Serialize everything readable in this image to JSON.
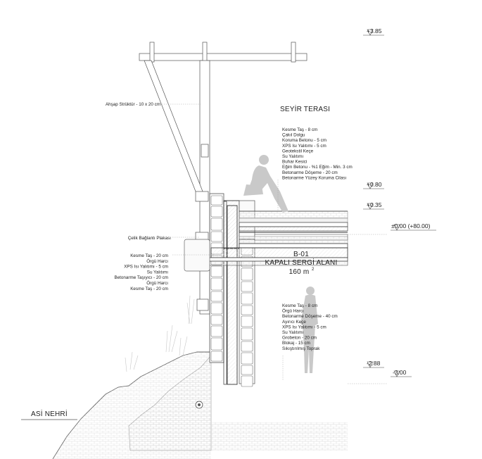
{
  "title": "SEYİR TERASI",
  "river_label": "ASİ NEHRİ",
  "room": {
    "code": "B-01",
    "name": "KAPALI SERGİ ALANI",
    "area": "160 m",
    "area_sup": "2"
  },
  "levels": {
    "top": "+3.85",
    "terrace_top": "+0.80",
    "terrace_floor": "+0.35",
    "ground": "±0.00 (+80.00)",
    "floor": "-2.88",
    "bottom": "-3.00"
  },
  "left_labels": {
    "wood_structure": "Ahşap Strüktür - 10 x 20 cm",
    "steel_plate": "Çelik Bağlantı Plakası"
  },
  "wall_layers": [
    "Kesme Taş - 20 cm",
    "Örgü Harcı",
    "XPS Isı Yalıtımı - 5 cm",
    "Su Yalıtımı",
    "Betonarme Taşıyıcı - 20 cm",
    "Örgü Harcı",
    "Kesme Taş - 20 cm"
  ],
  "roof_layers": [
    "Kesme Taş - 8 cm",
    "Çakıl Dolgu",
    "Koruma Betonu - 5 cm",
    "XPS Isı Yalıtımı - 5 cm",
    "Geotekstil Keçe",
    "Su Yalıtımı",
    "Buhar Kesici",
    "Eğim Betonu - %1 Eğim - Min. 3 cm",
    "Betonarme Döşeme - 20 cm",
    "Betonarme Yüzey Koruma Cilası"
  ],
  "floor_layers": [
    "Kesme Taş - 8 cm",
    "Örgü Harcı",
    "Betonarme Döşeme - 40 cm",
    "Ayırıcı Keçe",
    "XPS Isı Yalıtımı - 5 cm",
    "Su Yalıtımı",
    "Grobeton - 20 cm",
    "Blokaj - 15 cm",
    "Sıkıştırılmış Toprak"
  ]
}
